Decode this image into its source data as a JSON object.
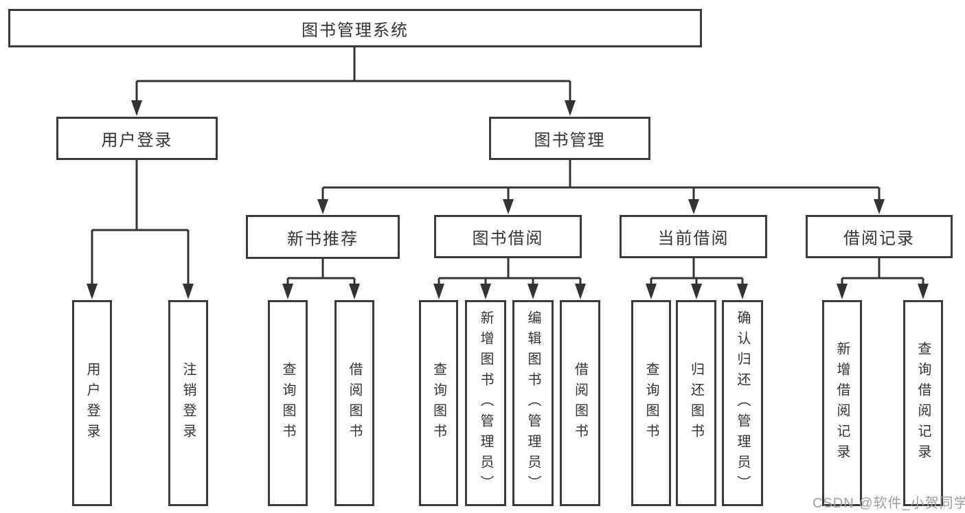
{
  "tree": {
    "root": {
      "label": "图书管理系统"
    },
    "branches": [
      {
        "label": "用户登录",
        "children": [
          {
            "label": "用户登录"
          },
          {
            "label": "注销登录"
          }
        ]
      },
      {
        "label": "图书管理",
        "children": [
          {
            "label": "新书推荐",
            "children": [
              {
                "label": "查询图书"
              },
              {
                "label": "借阅图书"
              }
            ]
          },
          {
            "label": "图书借阅",
            "children": [
              {
                "label": "查询图书"
              },
              {
                "label": "新增图书（管理员）"
              },
              {
                "label": "编辑图书（管理员）"
              },
              {
                "label": "借阅图书"
              }
            ]
          },
          {
            "label": "当前借阅",
            "children": [
              {
                "label": "查询图书"
              },
              {
                "label": "归还图书"
              },
              {
                "label": "确认归还（管理员）"
              }
            ]
          },
          {
            "label": "借阅记录",
            "children": [
              {
                "label": "新增借阅记录"
              },
              {
                "label": "查询借阅记录"
              }
            ]
          }
        ]
      }
    ]
  },
  "watermark": {
    "text": "CSDN @软件_小贺同学"
  },
  "colors": {
    "line": "#333333",
    "box_border": "#3a3a3a",
    "text": "#333333",
    "watermark": "#9e9e9e",
    "background": "#ffffff"
  }
}
